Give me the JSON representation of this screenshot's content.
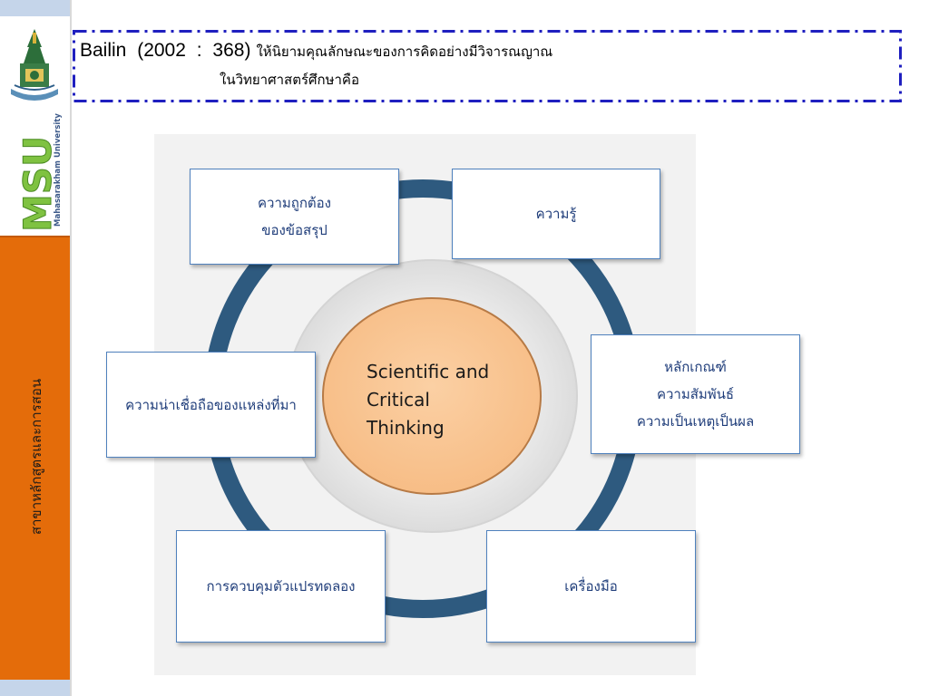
{
  "sidebar": {
    "university_name": "Mahasarakham University",
    "logo_text": "MSU",
    "department": "สาขาหลักสูตรและการสอน"
  },
  "header": {
    "author_citation": "Bailin  (2002  :  368)",
    "definition_line1": "ให้นิยามคุณลักษณะของการคิดอย่างมีวิจารณญาณ",
    "definition_line2": "ในวิทยาศาสตร์ศึกษาคือ"
  },
  "diagram": {
    "center": {
      "line1": "Scientific and",
      "line2": "Critical",
      "line3": "Thinking"
    },
    "nodes": [
      {
        "lines": [
          "ความถูกต้อง",
          "ของข้อสรุป"
        ]
      },
      {
        "lines": [
          "ความรู้"
        ]
      },
      {
        "lines": [
          "หลักเกณฑ์",
          "ความสัมพันธ์",
          "ความเป็นเหตุเป็นผล"
        ]
      },
      {
        "lines": [
          "ความน่าเชื่อถือของแหล่งที่มา"
        ]
      },
      {
        "lines": [
          "การควบคุมตัวแปรทดลอง"
        ]
      },
      {
        "lines": [
          "เครื่องมือ"
        ]
      }
    ],
    "colors": {
      "ring": "#2e5a7f",
      "center_fill": "#fac99a",
      "node_border": "#4f81bd",
      "node_text": "#1f3d7a",
      "sidebar_orange": "#e46c0a",
      "header_dash": "#1f1fbf"
    }
  }
}
